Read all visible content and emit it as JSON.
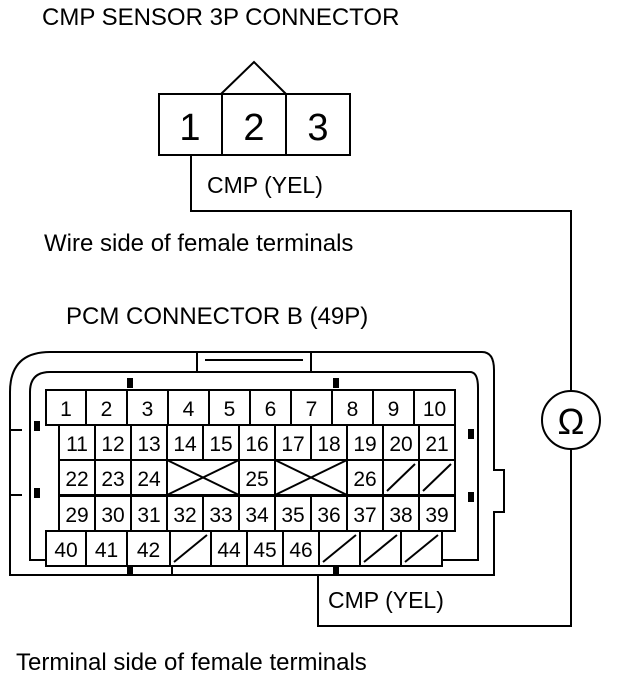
{
  "sensor_connector": {
    "title": "CMP SENSOR 3P CONNECTOR",
    "pins": [
      "1",
      "2",
      "3"
    ],
    "wire_label": "CMP (YEL)",
    "caption": "Wire side of female terminals"
  },
  "pcm_connector": {
    "title": "PCM CONNECTOR B (49P)",
    "wire_label": "CMP (YEL)",
    "caption": "Terminal side of female terminals",
    "rows": [
      [
        "1",
        "2",
        "3",
        "4",
        "5",
        "6",
        "7",
        "8",
        "9",
        "10"
      ],
      [
        "11",
        "12",
        "13",
        "14",
        "15",
        "16",
        "17",
        "18",
        "19",
        "20",
        "21"
      ],
      [
        "22",
        "23",
        "24",
        "X",
        "25",
        "X",
        "26",
        "/",
        "/"
      ],
      [
        "29",
        "30",
        "31",
        "32",
        "33",
        "34",
        "35",
        "36",
        "37",
        "38",
        "39"
      ],
      [
        "40",
        "41",
        "42",
        "/",
        "44",
        "45",
        "46",
        "/",
        "/",
        "/"
      ]
    ]
  },
  "meter": {
    "symbol": "Ω"
  }
}
